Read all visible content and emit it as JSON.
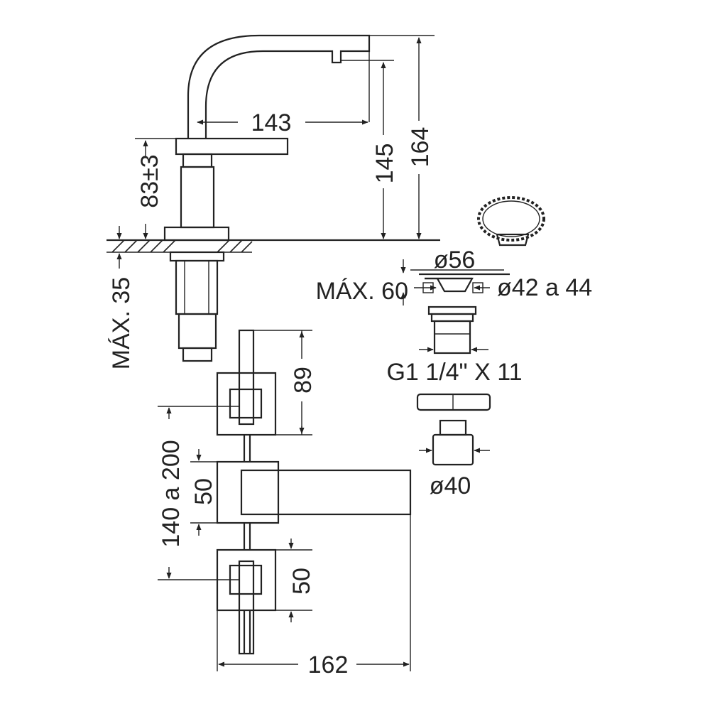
{
  "colors": {
    "line": "#222222",
    "background": "#ffffff"
  },
  "dimensions": {
    "spout_reach": "143",
    "spout_outlet_height": "145",
    "total_height": "164",
    "handle_height_label": "83±3",
    "max_counter_thickness": "MÁX. 35",
    "drain_diameter": "ø56",
    "drain_max": "MÁX. 60",
    "drain_hole": "ø42 a 44",
    "drain_thread": "G1 1/4\" X 11",
    "drain_nut_diameter": "ø40",
    "handle_depth": "89",
    "center_distance": "140 a 200",
    "spout_base_width": "50",
    "handle_base_width": "50",
    "spout_projection": "162"
  }
}
